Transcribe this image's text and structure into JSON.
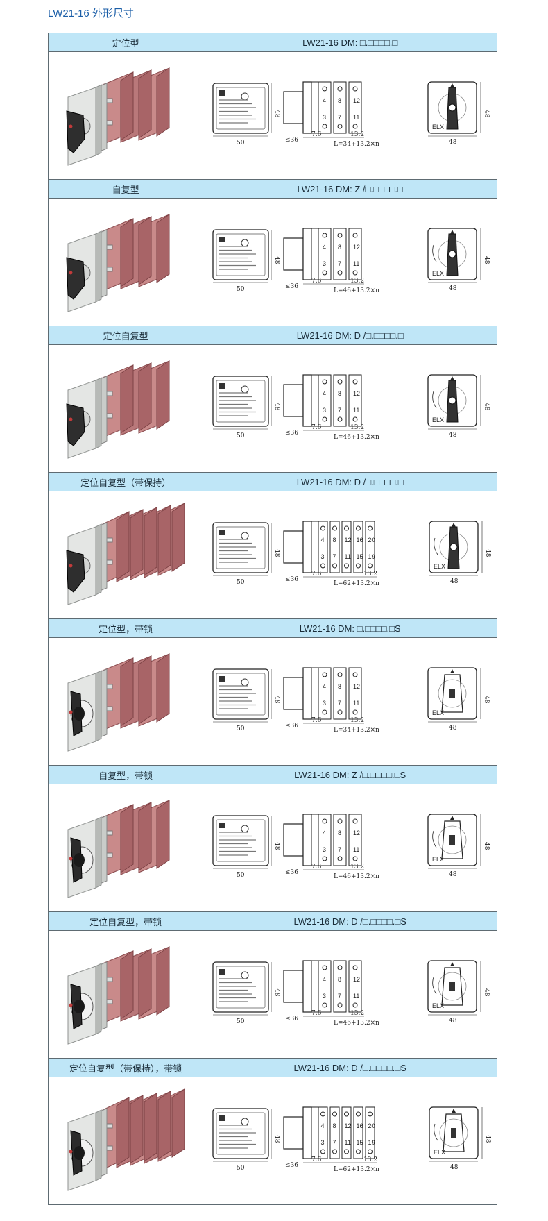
{
  "title": "LW21-16 外形尺寸",
  "rows": [
    {
      "type": "定位型",
      "model": "LW21-16  DM: □.□□□□.□",
      "length_formula": "L=34+13.2×n",
      "decks": 3,
      "lock": false,
      "spring": false
    },
    {
      "type": "自复型",
      "model": "LW21-16  DM: Z /□.□□□□.□",
      "length_formula": "L=46+13.2×n",
      "decks": 3,
      "lock": false,
      "spring": true
    },
    {
      "type": "定位自复型",
      "model": "LW21-16  DM: D /□.□□□□.□",
      "length_formula": "L=46+13.2×n",
      "decks": 3,
      "lock": false,
      "spring": true
    },
    {
      "type": "定位自复型（带保持）",
      "model": "LW21-16  DM: D /□.□□□□.□",
      "length_formula": "L=62+13.2×n",
      "decks": 5,
      "lock": false,
      "spring": true
    },
    {
      "type": "定位型，带锁",
      "model": "LW21-16  DM: □.□□□□.□S",
      "length_formula": "L=34+13.2×n",
      "decks": 3,
      "lock": true,
      "spring": false
    },
    {
      "type": "自复型，带锁",
      "model": "LW21-16  DM: Z /□.□□□□.□S",
      "length_formula": "L=46+13.2×n",
      "decks": 3,
      "lock": true,
      "spring": true
    },
    {
      "type": "定位自复型，带锁",
      "model": "LW21-16  DM: D /□.□□□□.□S",
      "length_formula": "L=46+13.2×n",
      "decks": 3,
      "lock": true,
      "spring": true
    },
    {
      "type": "定位自复型（带保持），带锁",
      "model": "LW21-16  DM: D /□.□□□□.□S",
      "length_formula": "L=62+13.2×n",
      "decks": 5,
      "lock": true,
      "spring": true
    }
  ],
  "dims": {
    "width": "50",
    "height": "48",
    "side_depth": "≤36",
    "base": "7.6",
    "deck": "13.2",
    "face_width": "48",
    "face_height": "48",
    "brand": "ELX"
  },
  "terminals_3": [
    "4",
    "8",
    "12",
    "3",
    "7",
    "11"
  ],
  "terminals_5": [
    "4",
    "8",
    "12",
    "16",
    "20",
    "3",
    "7",
    "11",
    "15",
    "19"
  ]
}
